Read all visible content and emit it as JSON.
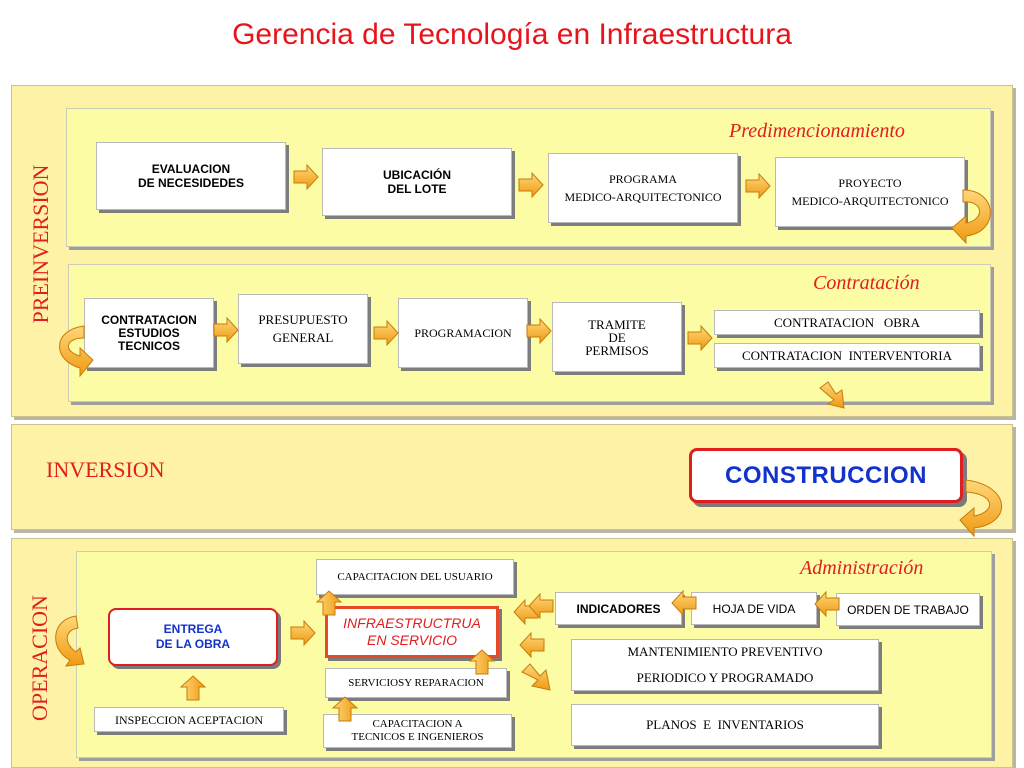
{
  "title": "Gerencia de Tecnología en Infraestructura",
  "preinversion": {
    "label": "PREINVERSION",
    "predimensionamiento": {
      "label": "Predimencionamiento",
      "boxes": [
        "EVALUACION\nDE NECESIDEDES",
        "UBICACIÓN\nDEL LOTE",
        "PROGRAMA\nMEDICO-ARQUITECTONICO",
        "PROYECTO\nMEDICO-ARQUITECTONICO"
      ]
    },
    "contratacion": {
      "label": "Contratación",
      "boxes": [
        "CONTRATACION\nESTUDIOS\nTECNICOS",
        "PRESUPUESTO\nGENERAL",
        "PROGRAMACION",
        "TRAMITE\nDE\nPERMISOS"
      ],
      "outputs": [
        "CONTRATACION   OBRA",
        "CONTRATACION  INTERVENTORIA"
      ]
    }
  },
  "inversion": {
    "label": "INVERSION",
    "construccion": "CONSTRUCCION"
  },
  "operacion": {
    "label": "OPERACION",
    "administracion": {
      "label": "Administración",
      "entrega": "ENTREGA\nDE LA OBRA",
      "inspeccion": "INSPECCION ACEPTACION",
      "capacitacion_usuario": "CAPACITACION DEL USUARIO",
      "infraestructura": "INFRAESTRUCTRUA\nEN SERVICIO",
      "servicios": "SERVICIOSY REPARACION",
      "capacitacion_tecnicos": "CAPACITACION A\nTECNICOS E INGENIEROS",
      "indicadores": "INDICADORES",
      "hoja_vida": "HOJA DE VIDA",
      "orden_trabajo": "ORDEN DE TRABAJO",
      "mantenimiento": "MANTENIMIENTO PREVENTIVO\nPERIODICO Y PROGRAMADO",
      "planos": "PLANOS  E  INVENTARIOS"
    }
  },
  "colors": {
    "title": "#e8141c",
    "panel": "#fdf2a6",
    "inner": "#fbfca4",
    "arrow": "#f5a623",
    "construccion_text": "#1133cc",
    "accent_red": "#e01d1f"
  }
}
